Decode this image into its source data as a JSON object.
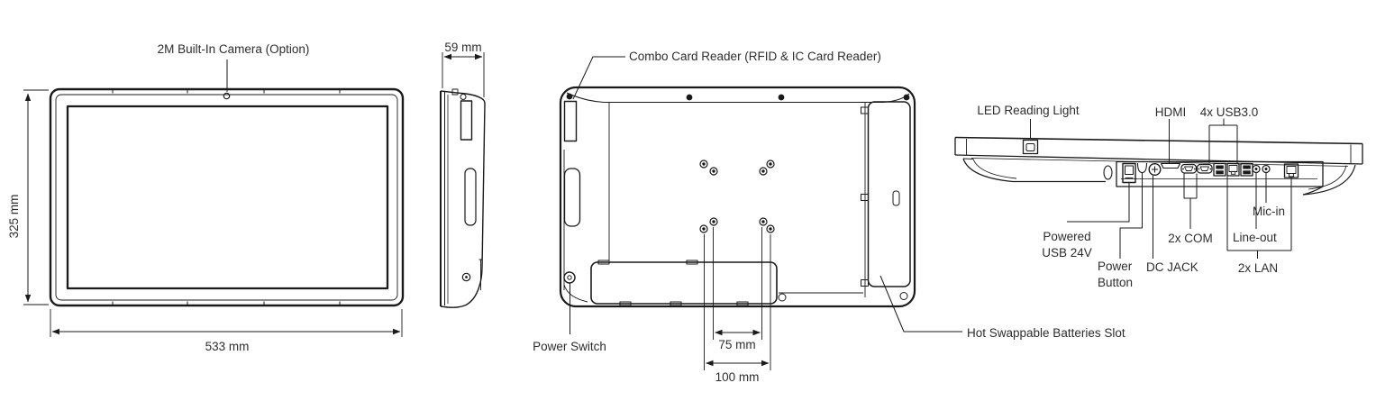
{
  "views": {
    "front": {
      "camera_label": "2M Built-In Camera (Option)",
      "height_dim": "325 mm",
      "width_dim": "533 mm"
    },
    "side": {
      "depth_dim": "59 mm"
    },
    "back": {
      "card_reader_label": "Combo Card Reader (RFID & IC Card Reader)",
      "power_switch_label": "Power Switch",
      "vesa_inner_dim": "75 mm",
      "vesa_outer_dim": "100 mm",
      "battery_slot_label": "Hot Swappable Batteries Slot"
    },
    "bottom": {
      "led_label": "LED Reading Light",
      "hdmi_label": "HDMI",
      "usb_label": "4x USB3.0",
      "powered_usb_label": "Powered USB 24V",
      "power_button_label": "Power Button",
      "dc_jack_label": "DC JACK",
      "com_label": "2x COM",
      "mic_label": "Mic-in",
      "line_out_label": "Line-out",
      "lan_label": "2x LAN"
    }
  },
  "colors": {
    "line": "#1a1a1a",
    "text": "#2d2d2d",
    "background": "#ffffff"
  }
}
